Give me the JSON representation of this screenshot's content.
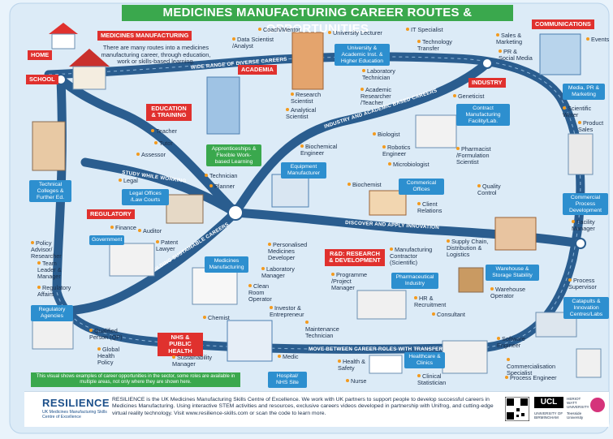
{
  "header": "MEDICINES MANUFACTURING CAREER ROUTES & OPPORTUNITIES",
  "intro": "There are many routes into a medicines manufacturing career, through education, work or skills-based learning.",
  "sections": {
    "medicines_manufacturing": "MEDICINES MANUFACTURING",
    "home": "HOME",
    "school": "SCHOOL",
    "academia": "ACADEMIA",
    "education_training": "EDUCATION & TRAINING",
    "regulatory": "REGULATORY",
    "industry": "INDUSTRY",
    "communications": "COMMUNICATIONS",
    "rd": "R&D: RESEARCH & DEVELOPMENT",
    "nhs": "NHS & PUBLIC HEALTH"
  },
  "roads": {
    "wide_range": "WIDE RANGE OF DIVERSE CAREERS",
    "industry_academic": "INDUSTRY AND ACADEMIC BASED CAREERS",
    "study_while_working": "STUDY WHILE WORKING",
    "discover_innovation": "DISCOVER AND APPLY INNOVATION",
    "building_careers": "BUILDING SUSTAINABLE CAREERS",
    "move_between": "MOVE BETWEEN CAREER ROLES WITH TRANSFERABLE SKILLS"
  },
  "roles": {
    "coach_mentor": "Coach/Mentor",
    "data_scientist": "Data Scientist /Analyst",
    "university_lecturer": "University Lecturer",
    "it_specialist": "IT Specialist",
    "technology_transfer": "Technology Transfer",
    "sales_marketing": "Sales & Marketing",
    "events": "Events",
    "pr_social": "PR & Social Media",
    "research_scientist": "Research Scientist",
    "analytical_scientist": "Analytical Scientist",
    "laboratory_technician": "Laboratory Technician",
    "academic_researcher": "Academic Researcher /Teacher",
    "geneticist": "Geneticist",
    "scientific_writer": "Scientific Writer",
    "product_sales": "Product Sales",
    "teacher": "Teacher",
    "tutor": "Tutor",
    "assessor": "Assessor",
    "biochemical_engineer": "Biochemical Engineer",
    "biologist": "Biologist",
    "robotics_engineer": "Robotics Engineer",
    "microbiologist": "Microbiologist",
    "pharmacist": "Pharmacist /Formulation Scientist",
    "technician": "Technician",
    "planner": "Planner",
    "legal": "Legal",
    "biochemist": "Biochemist",
    "client_relations": "Client Relations",
    "quality_control": "Quality Control",
    "finance": "Finance",
    "auditor": "Auditor",
    "patent_lawyer": "Patent Lawyer",
    "facility_manager": "Facility Manager",
    "policy_advisor": "Policy Advisor/ Researcher",
    "team_leader": "Team Leader & Manager",
    "regulatory_affairs": "Regulatory Affairs",
    "personalised_medicines": "Personalised Medicines Developer",
    "laboratory_manager": "Laboratory Manager",
    "clean_room": "Clean Room Operator",
    "investor": "Investor & Entrepreneur",
    "maintenance_technician": "Maintenance Technician",
    "programme_manager": "Programme /Project Manager",
    "manufacturing_contractor": "Manufacturing Contractor (Scientific)",
    "supply_chain": "Supply Chain, Distribution & Logistics",
    "hr_recruitment": "HR & Recruitment",
    "consultant": "Consultant",
    "warehouse_operator": "Warehouse Operator",
    "process_supervisor": "Process Supervisor",
    "chemist": "Chemist",
    "qualified_person": "Qualified Person (QP)",
    "global_health": "Global Health Policy",
    "sustainability_manager": "Sustainability Manager",
    "medic": "Medic",
    "health_safety": "Health & Safety",
    "nurse": "Nurse",
    "clinical_statistician": "Clinical Statistician",
    "software_engineer": "Software Engineer",
    "commercialisation": "Commercialisation Specialist",
    "process_engineer": "Process Engineer"
  },
  "places": {
    "university": "University & Academic Inst. & Higher Education",
    "apprenticeships": "Apprenticeships & Flexible Work-based Learning",
    "technical_colleges": "Technical Colleges & Further Ed.",
    "equipment_manufacturer": "Equipment Manufacturer",
    "contract_manufacturing": "Contract Manufacturing Facility/Lab.",
    "commercial_offices": "Commerical Offices",
    "legal_offices": "Legal Offices /Law Courts",
    "government": "Government",
    "commercial_process": "Commercial Process Development",
    "media": "Media, PR & Marketing",
    "medicines_manufacturing": "Medicines Manufacturing",
    "pharmaceutical_industry": "Pharmaceutical Industry",
    "warehouse_storage": "Warehouse & Storage Stability",
    "catapults": "Catapults & Innovation Centres/Labs",
    "regulatory_agencies": "Regulatory Agencies",
    "hospital": "Hospital/ NHS Site",
    "healthcare_clinics": "Healthcare & Clinics"
  },
  "disclaimer": "This visual shows examples of career opportunities in the sector, some roles are available in multiple areas, not only where they are shown here.",
  "footer": {
    "brand": "RESILIENCE",
    "brand_sub": "UK Medicines Manufacturing Skills Centre of Excellence",
    "text": "RESILIENCE is the UK Medicines Manufacturing Skills Centre of Excellence. We work with UK partners to support people to develop successful careers in Medicines Manufacturing. Using interactive STEM activities and resources, exclusive careers videos developed in partnership with Unifrog, and cutting-edge virtual reality technology. Visit www.resilience-skills.com or scan the code to learn more.",
    "partner_ucl": "UCL",
    "partner_birmingham": "UNIVERSITY OF BIRMINGHAM",
    "partner_heriot": "HERIOT WATT UNIVERSITY",
    "partner_teesside": "Teesside University"
  },
  "colors": {
    "road": "#2a5d8f",
    "road_edge": "#1d4a76",
    "background": "#e9f3fb",
    "section_red": "#e0312e",
    "green_header": "#3aa84d",
    "place_blue": "#2d8fcf",
    "dot_orange": "#f39a1e"
  }
}
